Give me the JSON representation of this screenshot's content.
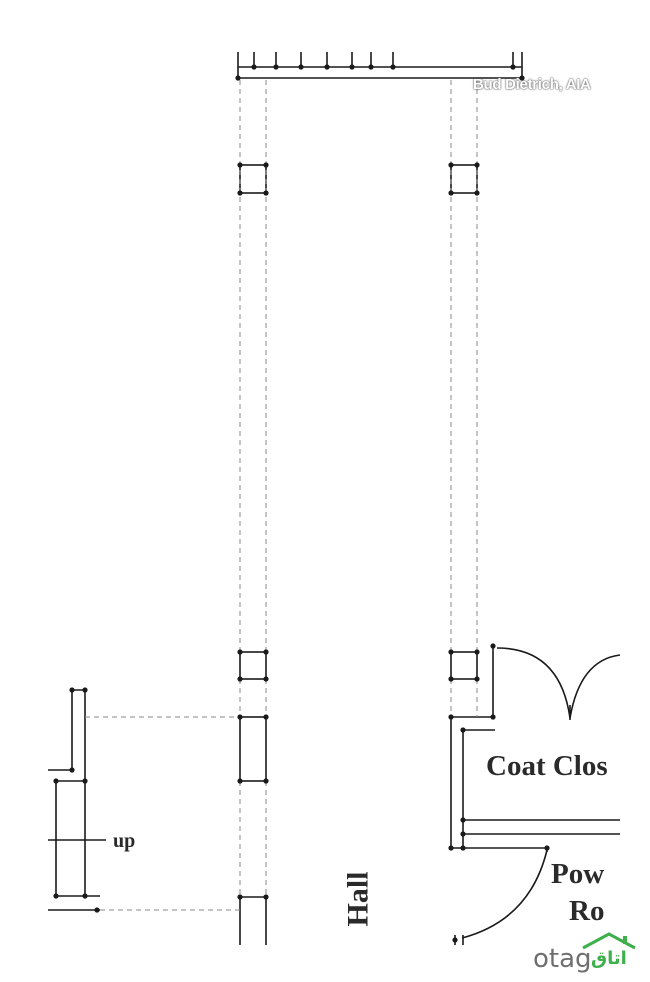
{
  "labels": {
    "coat_closet": "Coat Clos",
    "powder_line1": "Pow",
    "powder_line2": "Ro",
    "up": "up",
    "hall": "Hall"
  },
  "credit": "Bud Dietrich, AIA",
  "watermark": {
    "text": "otag",
    "script": "اتاق",
    "color": "#3eb04b"
  },
  "colors": {
    "line": "#1a1a1a",
    "dashed": "#8a8a8a"
  }
}
